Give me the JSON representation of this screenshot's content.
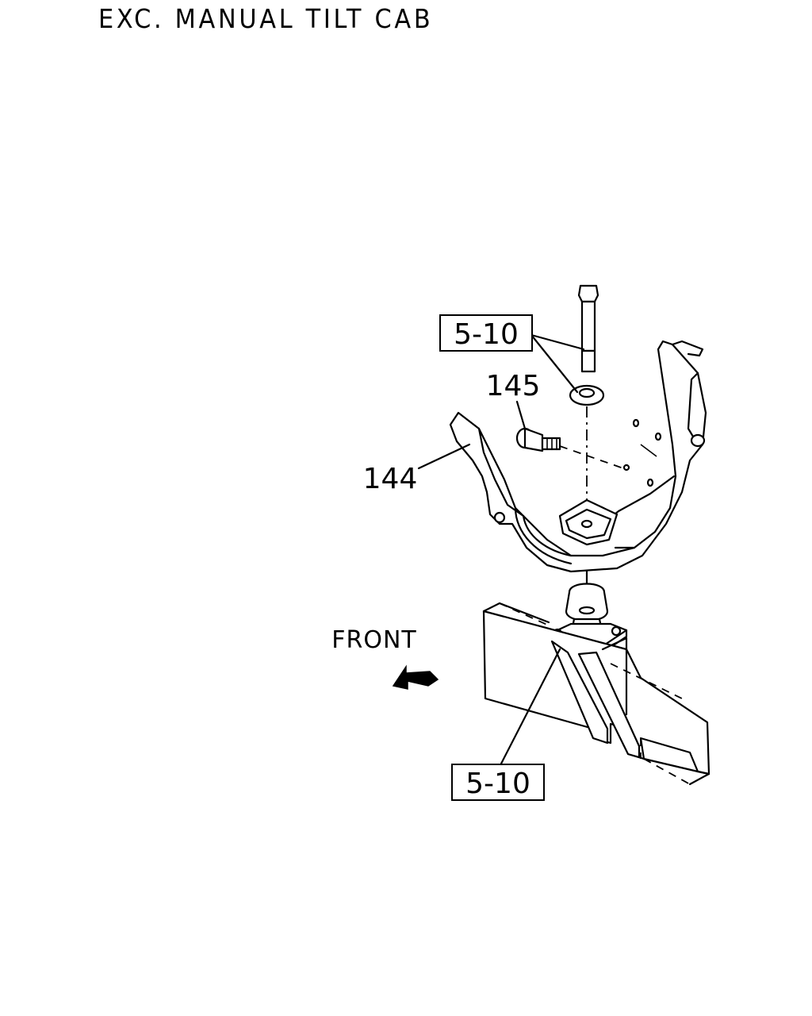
{
  "header": {
    "title": "EXC. MANUAL TILT CAB"
  },
  "callouts": {
    "ref_top": "5-10",
    "ref_bottom": "5-10",
    "part_145": "145",
    "part_144": "144",
    "front": "FRONT"
  },
  "icons": {
    "front_arrow": "arrow-left-icon"
  }
}
